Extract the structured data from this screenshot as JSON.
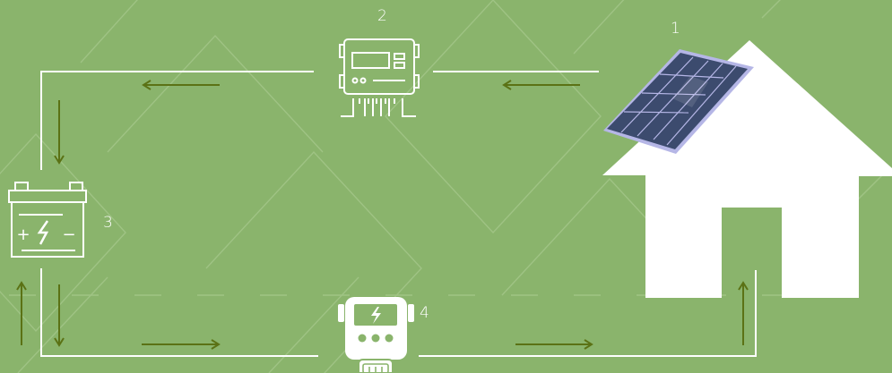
{
  "diagram": {
    "colors": {
      "background": "#8ab46c",
      "pattern": "#9fc384",
      "line": "#ffffff",
      "arrow": "#5b7215",
      "panel": "#3c4b6e",
      "panel_frame": "#b5b6e6"
    },
    "steps": [
      {
        "number": "1",
        "component": "solar-panel-on-house",
        "icon": "solar-panel-icon"
      },
      {
        "number": "2",
        "component": "charge-controller",
        "icon": "charge-controller-icon"
      },
      {
        "number": "3",
        "component": "battery",
        "icon": "battery-icon"
      },
      {
        "number": "4",
        "component": "inverter-meter",
        "icon": "inverter-icon"
      }
    ],
    "battery_symbols": {
      "plus": "+",
      "minus": "−"
    }
  }
}
